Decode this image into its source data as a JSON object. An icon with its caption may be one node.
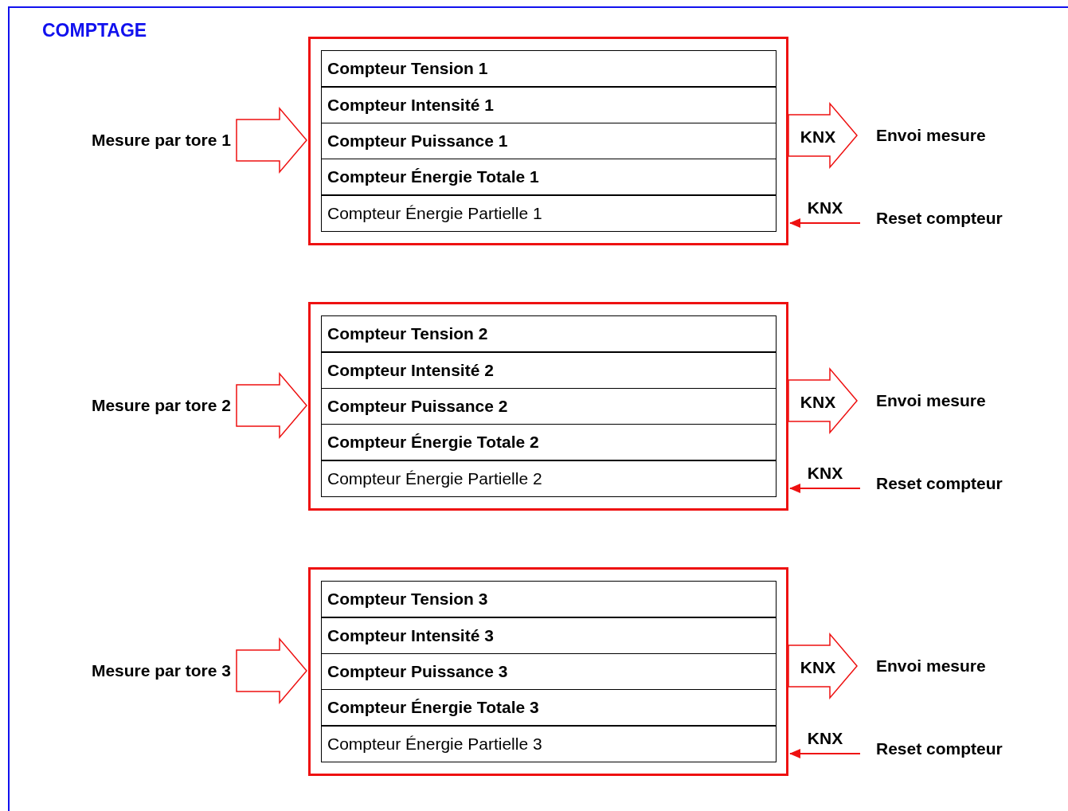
{
  "diagram": {
    "title": "COMPTAGE",
    "nodes": [
      {
        "text": [],
        "shape": "box"
      },
      {
        "text": [
          "Compteur Tension 1"
        ],
        "in": 0
      },
      {
        "text": [
          "Compteur Intensité 1"
        ],
        "in": 0
      },
      {
        "text": [
          "Compteur Puissance 1"
        ],
        "in": 0
      },
      {
        "text": [
          "Compteur Énergie Totale 1"
        ],
        "in": 0
      },
      {
        "text": [
          "Compteur Énergie Partielle 1"
        ],
        "in": 0
      },
      {
        "text": [
          "Mesure par tore 1"
        ]
      },
      {
        "text": [
          "Envoi mesure"
        ]
      },
      {
        "text": [
          "Reset compteur"
        ]
      },
      {
        "text": [],
        "shape": "box"
      },
      {
        "text": [
          "Compteur Tension 2"
        ],
        "in": 9
      },
      {
        "text": [
          "Compteur Intensité 2"
        ],
        "in": 9
      },
      {
        "text": [
          "Compteur Puissance 2"
        ],
        "in": 9
      },
      {
        "text": [
          "Compteur Énergie Totale 2"
        ],
        "in": 9
      },
      {
        "text": [
          "Compteur Énergie Partielle 2"
        ],
        "in": 9
      },
      {
        "text": [
          "Mesure par tore 2"
        ]
      },
      {
        "text": [
          "Envoi mesure"
        ]
      },
      {
        "text": [
          "Reset compteur"
        ]
      },
      {
        "text": [],
        "shape": "box"
      },
      {
        "text": [
          "Compteur Tension 3"
        ],
        "in": 18
      },
      {
        "text": [
          "Compteur Intensité 3"
        ],
        "in": 18
      },
      {
        "text": [
          "Compteur Puissance 3"
        ],
        "in": 18
      },
      {
        "text": [
          "Compteur Énergie Totale 3"
        ],
        "in": 18
      },
      {
        "text": [
          "Compteur Énergie Partielle 3"
        ],
        "in": 18
      },
      {
        "text": [
          "Mesure par tore 3"
        ]
      },
      {
        "text": [
          "Envoi mesure"
        ]
      },
      {
        "text": [
          "Reset compteur"
        ]
      }
    ],
    "edges": [
      {
        "from": 6,
        "to": 0,
        "arrow": "to",
        "style": "thick"
      },
      {
        "from": 0,
        "to": 7,
        "arrow": "to",
        "style": "thick",
        "label": "KNX"
      },
      {
        "from": 8,
        "to": 0,
        "arrow": "to",
        "label": "KNX"
      },
      {
        "from": 15,
        "to": 9,
        "arrow": "to",
        "style": "thick"
      },
      {
        "from": 9,
        "to": 16,
        "arrow": "to",
        "style": "thick",
        "label": "KNX"
      },
      {
        "from": 17,
        "to": 9,
        "arrow": "to",
        "label": "KNX"
      },
      {
        "from": 24,
        "to": 18,
        "arrow": "to",
        "style": "thick"
      },
      {
        "from": 18,
        "to": 25,
        "arrow": "to",
        "style": "thick",
        "label": "KNX"
      },
      {
        "from": 26,
        "to": 18,
        "arrow": "to",
        "label": "KNX"
      }
    ]
  }
}
